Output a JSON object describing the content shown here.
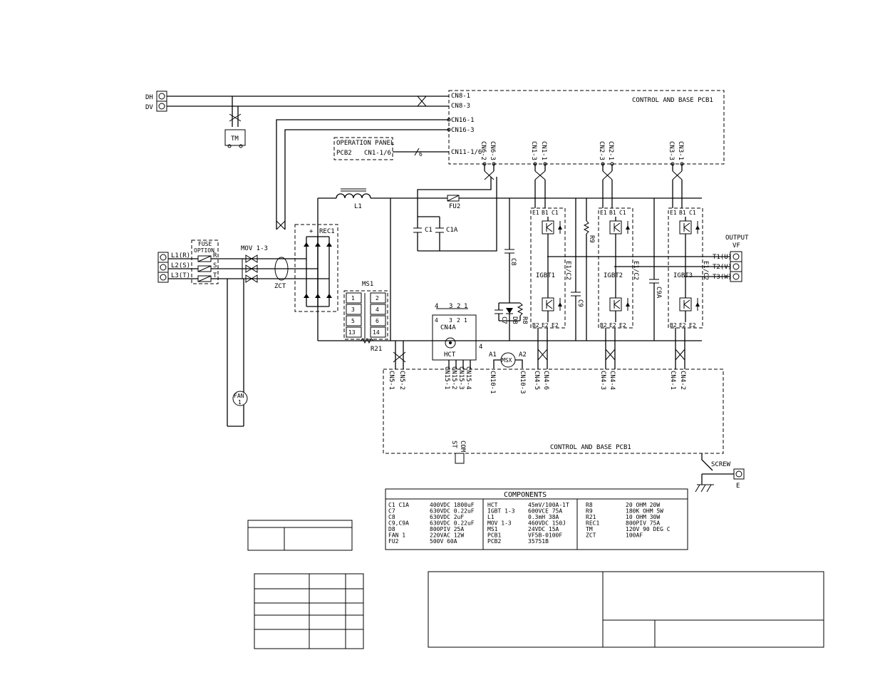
{
  "inputs": {
    "dh": "DH",
    "dv": "DV",
    "l1": "L1(R)",
    "l2": "L2(S)",
    "l3": "L3(T)",
    "r": "R",
    "s": "S",
    "t": "T"
  },
  "boxes": {
    "pcb_top": "CONTROL AND BASE PCB1",
    "pcb_bottom": "CONTROL AND BASE PCB1",
    "op_panel": "OPERATION PANEL",
    "pcb2": "PCB2",
    "cn1": "CN1-1/6",
    "fuse_option_1": "FUSE",
    "fuse_option_2": "OPTION"
  },
  "connectors_top": {
    "cn8_1": "CN8-1",
    "cn8_3": "CN8-3",
    "cn16_1": "CN16-1",
    "cn16_3": "CN16-3",
    "cn11": "CN11-1/6",
    "bus6": "6"
  },
  "connectors_vertical_top": [
    "CN6-2",
    "CN6-3",
    "CN1-3",
    "CN1-1",
    "CN2-3",
    "CN2-1",
    "CN3-3",
    "CN3-1"
  ],
  "connectors_vertical_bottom": [
    "CN5-1",
    "CN5-2",
    "CN15-1",
    "CN15-2",
    "CN15-3",
    "CN15-4",
    "CN10-1",
    "CN10-3",
    "CN4-5",
    "CN4-6",
    "CN4-3",
    "CN4-4",
    "CN4-1",
    "CN4-2",
    "ST",
    "COM"
  ],
  "parts": {
    "tm": "TM",
    "mov": "MOV 1-3",
    "zct": "ZCT",
    "rec1": "REC1",
    "plus": "+",
    "l1": "L1",
    "fu2": "FU2",
    "c1": "C1",
    "c1a": "C1A",
    "c8": "C8",
    "c7": "C7",
    "d8": "D8",
    "r8": "R8",
    "r9": "R9",
    "c9": "C9",
    "c9a": "C9A",
    "ms1": "MS1",
    "ms_contacts": [
      "1",
      "2",
      "3",
      "4",
      "5",
      "6",
      "13",
      "14"
    ],
    "r21": "R21",
    "cn4a": "CN4A",
    "hct": "HCT",
    "hct_pins_top": [
      "4",
      "3",
      "2",
      "1"
    ],
    "hct_pins_mid": [
      "4",
      "3",
      "2",
      "1"
    ],
    "hct_lead": "4",
    "a1": "A1",
    "a2": "A2",
    "msx": "MSX",
    "fan": "FAN",
    "fan_num": "1",
    "igbt1": "IGBT1",
    "igbt2": "IGBT2",
    "igbt3": "IGBT3",
    "e1": "E1",
    "b1": "B1",
    "c1t": "C1",
    "b2": "B2",
    "e2": "E2",
    "e1c2": "E1/C2",
    "output": "OUTPUT",
    "vf": "VF",
    "t1": "T1(U)",
    "t2": "T2(V)",
    "t3": "T3(W)",
    "screw": "SCREW",
    "e": "E"
  },
  "components": {
    "title": "COMPONENTS",
    "col1": [
      [
        "C1 C1A",
        "400VDC 1800uF"
      ],
      [
        "C7",
        "630VDC 0.22uF"
      ],
      [
        "C8",
        "630VDC 2uF"
      ],
      [
        "C9,C9A",
        "630VDC 0.22uF"
      ],
      [
        "D8",
        "800PIV 25A"
      ],
      [
        "FAN 1",
        "220VAC 12W"
      ],
      [
        "FU2",
        "500V 60A"
      ]
    ],
    "col2": [
      [
        "HCT",
        "45mV/100A-1T"
      ],
      [
        "IGBT 1-3",
        "600VCE 75A"
      ],
      [
        "L1",
        "0.3mH 38A"
      ],
      [
        "MOV 1-3",
        "460VDC 150J"
      ],
      [
        "MS1",
        "24VDC 15A"
      ],
      [
        "PCB1",
        "VF5B-0100F"
      ],
      [
        "PCB2",
        "35751B"
      ]
    ],
    "col3": [
      [
        "R8",
        "20 OHM 20W"
      ],
      [
        "R9",
        "180K OHM 5W"
      ],
      [
        "R21",
        "10 OHM 30W"
      ],
      [
        "REC1",
        "800PIV 75A"
      ],
      [
        "TM",
        "120V 90 DEG C"
      ],
      [
        "ZCT",
        "100AF"
      ]
    ]
  }
}
